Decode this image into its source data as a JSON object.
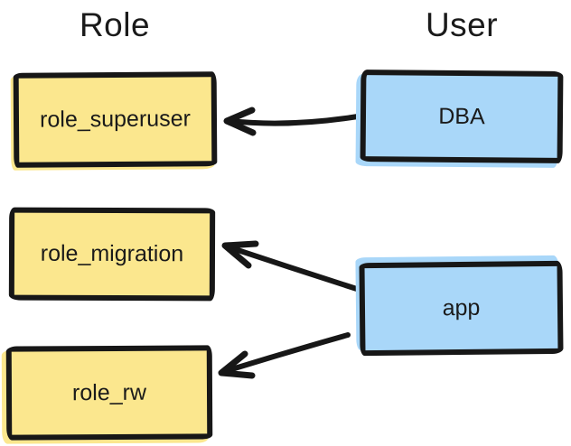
{
  "diagram": {
    "headers": [
      {
        "label": "Role"
      },
      {
        "label": "User"
      }
    ],
    "role_nodes": [
      {
        "label": "role_superuser"
      },
      {
        "label": "role_migration"
      },
      {
        "label": "role_rw"
      }
    ],
    "user_nodes": [
      {
        "label": "DBA"
      },
      {
        "label": "app"
      }
    ],
    "edges": [
      {
        "from": "DBA",
        "to": "role_superuser"
      },
      {
        "from": "app",
        "to": "role_migration"
      },
      {
        "from": "app",
        "to": "role_rw"
      }
    ],
    "colors": {
      "role_fill": "#fbe78e",
      "user_fill": "#a9d7f9",
      "stroke": "#171717",
      "ink": "#1a1a1a",
      "background": "#ffffff"
    }
  }
}
